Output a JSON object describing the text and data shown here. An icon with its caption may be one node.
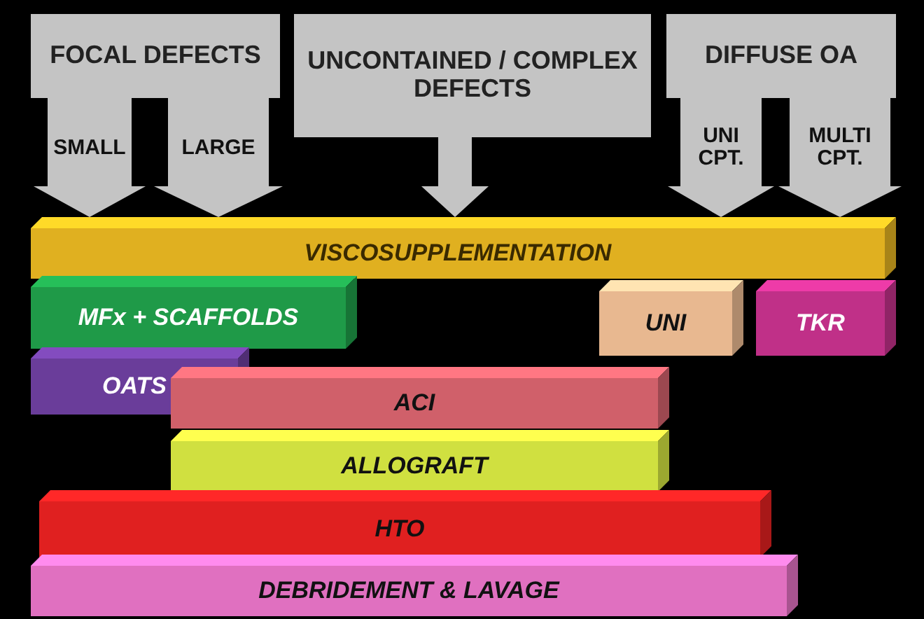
{
  "diagram": {
    "nodes": [
      {
        "text": [
          "FOCAL DEFECTS"
        ]
      },
      {
        "text": [
          "UNCONTAINED / COMPLEX DEFECTS"
        ]
      },
      {
        "text": [
          "DIFFUSE OA"
        ]
      },
      {
        "text": [
          "VISCOSUPPLEMENTATION"
        ]
      },
      {
        "text": [
          "MFx + SCAFFOLDS"
        ]
      },
      {
        "text": [
          "UNI"
        ]
      },
      {
        "text": [
          "TKR"
        ]
      },
      {
        "text": [
          "OATS"
        ]
      },
      {
        "text": [
          "ACI"
        ]
      },
      {
        "text": [
          "ALLOGRAFT"
        ]
      },
      {
        "text": [
          "HTO"
        ]
      },
      {
        "text": [
          "DEBRIDEMENT & LAVAGE"
        ]
      }
    ],
    "edges": [
      {
        "from": 0,
        "to": 3,
        "arrow": "to",
        "label": "SMALL"
      },
      {
        "from": 0,
        "to": 3,
        "arrow": "to",
        "label": "LARGE"
      },
      {
        "from": 1,
        "to": 3,
        "arrow": "to"
      },
      {
        "from": 2,
        "to": 3,
        "arrow": "to",
        "label": "UNI CPT."
      },
      {
        "from": 2,
        "to": 3,
        "arrow": "to",
        "label": "MULTI CPT."
      }
    ]
  }
}
